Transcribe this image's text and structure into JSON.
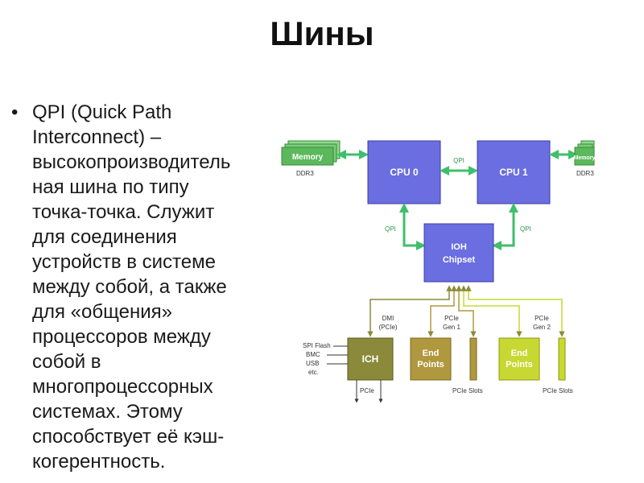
{
  "slide": {
    "title": "Шины",
    "bullet_lines": [
      "QPI (Quick Path",
      "Interconnect) –",
      "высокопроизводитель",
      "ная шина по типу",
      "точка-точка. Служит",
      "для соединения",
      "устройств в системе",
      "между собой, а также",
      "для «общения»",
      "процессоров между",
      "собой в",
      "многопроцессорных",
      "системах. Этому",
      "способствует её кэш-",
      "когерентность."
    ]
  },
  "diagram": {
    "memory_left": "Memory",
    "memory_right": "Memory",
    "ddr3_left": "DDR3",
    "ddr3_right": "DDR3",
    "cpu0": "CPU 0",
    "cpu1": "CPU 1",
    "qpi_top": "QPI",
    "qpi_left": "QPI",
    "qpi_right": "QPI",
    "ioh_line1": "IOH",
    "ioh_line2": "Chipset",
    "dmi_line1": "DMI",
    "dmi_line2": "(PCIe)",
    "pcie_gen1_line1": "PCIe",
    "pcie_gen1_line2": "Gen 1",
    "pcie_gen2_line1": "PCIe",
    "pcie_gen2_line2": "Gen 2",
    "ich": "ICH",
    "endpoints1_line1": "End",
    "endpoints1_line2": "Points",
    "endpoints2_line1": "End",
    "endpoints2_line2": "Points",
    "spi_flash": "SPI Flash",
    "bmc": "BMC",
    "usb": "USB",
    "etc": "etc.",
    "ich_pcie": "PCIe",
    "pcie_slots1": "PCIe Slots",
    "pcie_slots2": "PCIe Slots",
    "colors": {
      "cpu_fill": "#6a6ee0",
      "memory_fill": "#5cb85c",
      "qpi_arrow": "#3fbf6a",
      "ich_fill": "#8a8a3a",
      "endpoint1_fill": "#b0983e",
      "endpoint2_fill": "#c8d832"
    }
  }
}
